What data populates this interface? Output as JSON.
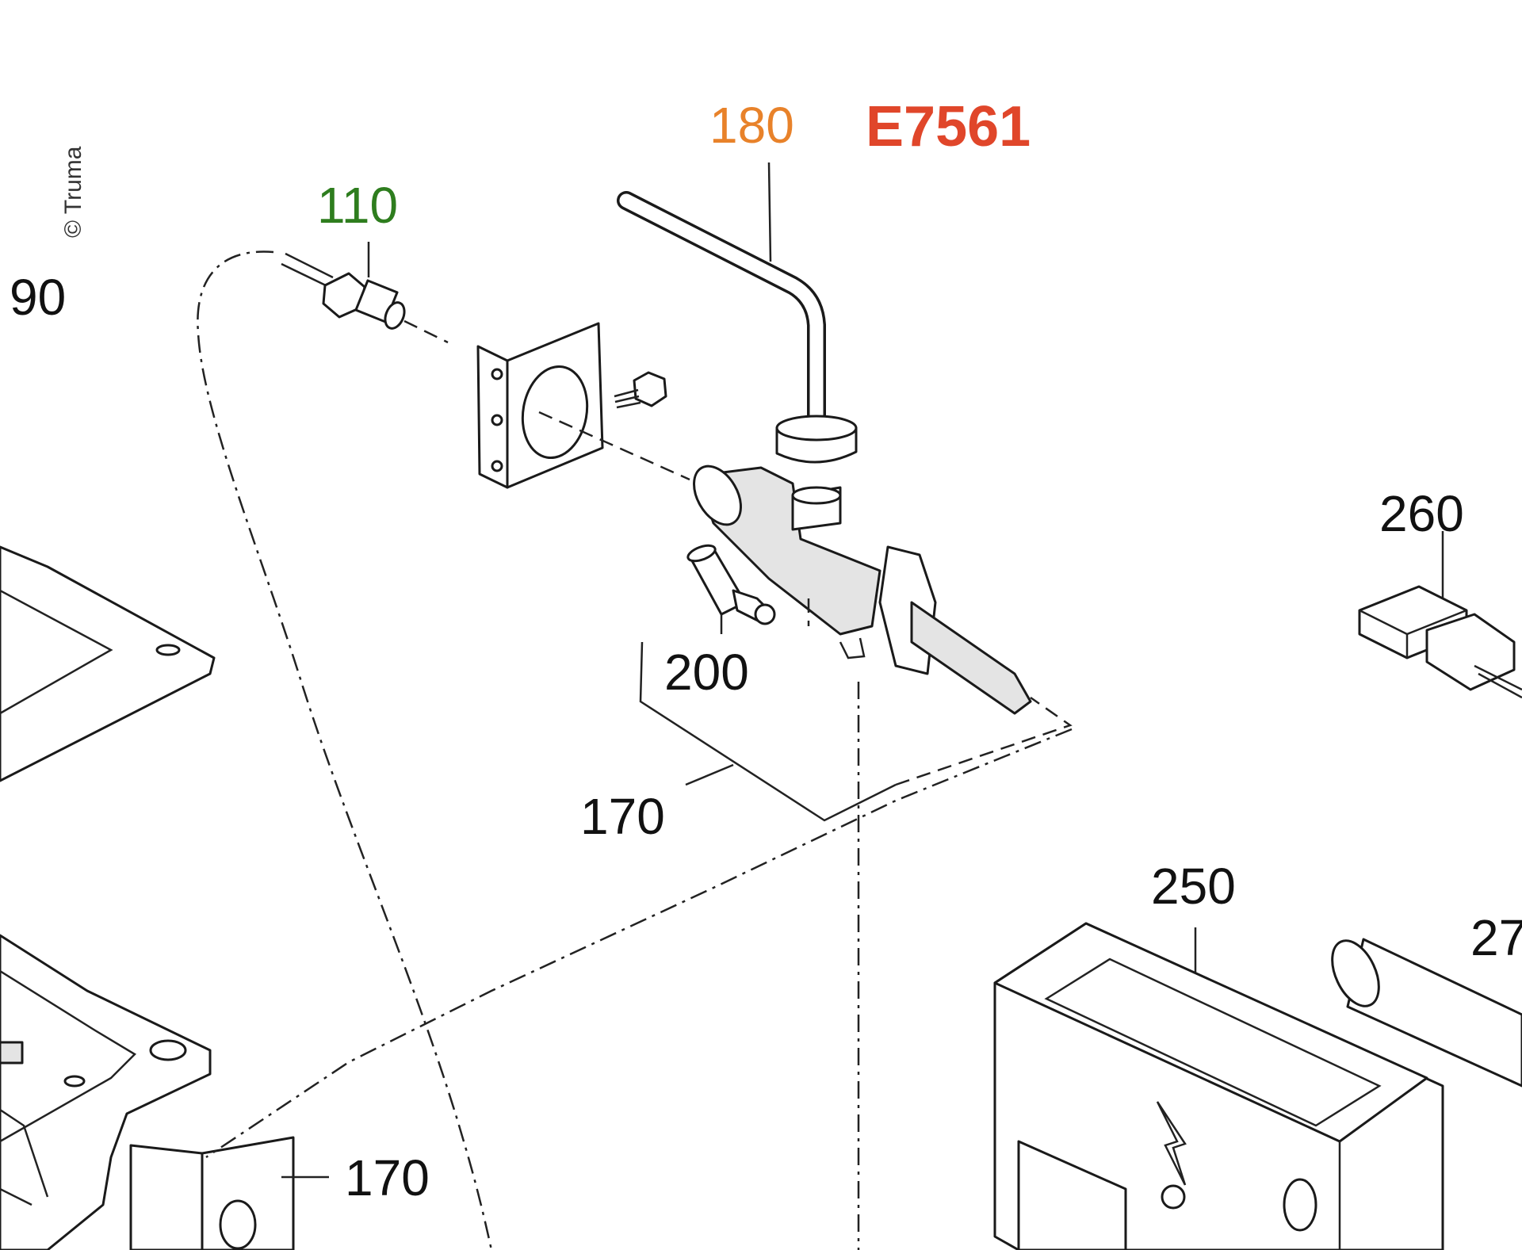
{
  "copyright": "© Truma",
  "colors": {
    "label_default": "#111111",
    "label_110": "#2e7d1e",
    "label_180": "#e8822a",
    "label_E7561": "#e0462a"
  },
  "labels": {
    "l90": "90",
    "l110": "110",
    "l180": "180",
    "lE7561": "E7561",
    "l260": "260",
    "l200": "200",
    "l170a": "170",
    "l250": "250",
    "l27": "27",
    "l170b": "170"
  }
}
